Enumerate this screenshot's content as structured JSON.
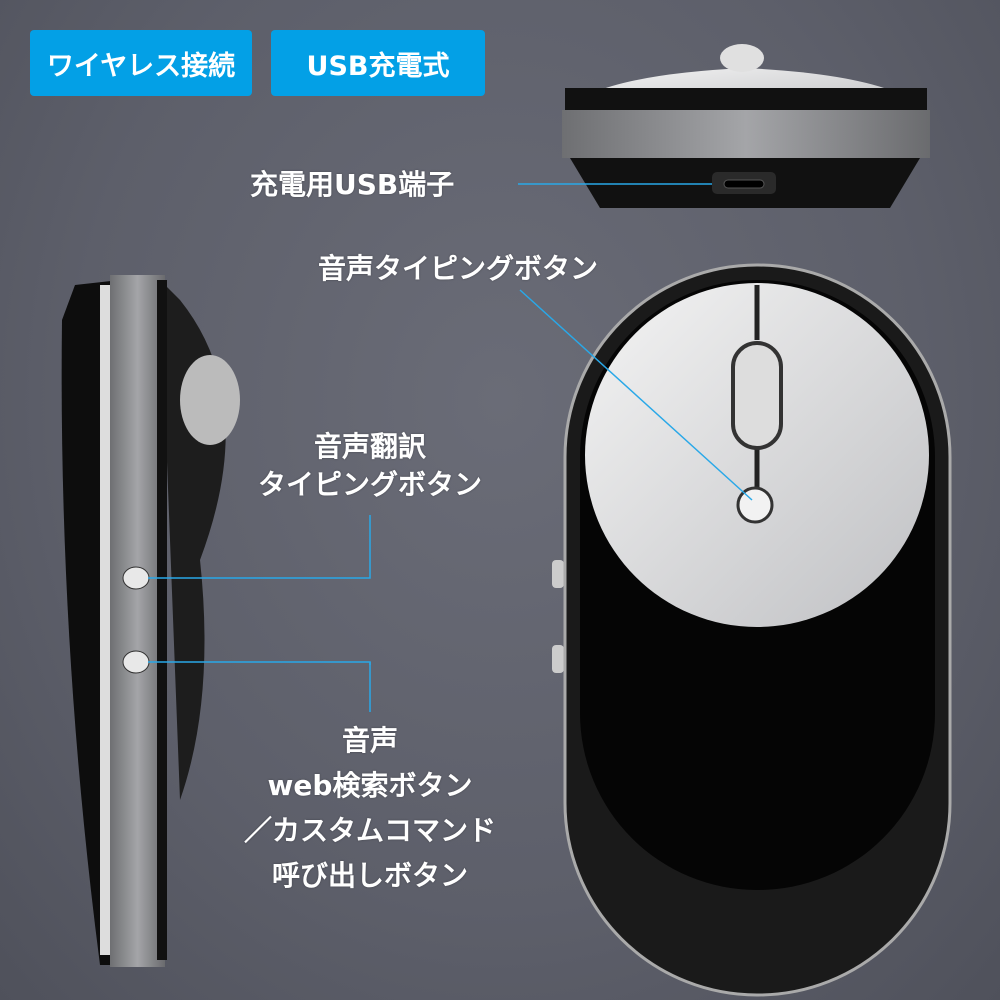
{
  "badges": [
    "ワイヤレス接続",
    "USB充電式"
  ],
  "callouts": {
    "usb_port": "充電用USB端子",
    "voice_typing": "音声タイピングボタン",
    "voice_translate": [
      "音声翻訳",
      "タイピングボタン"
    ],
    "voice_search": [
      "音声",
      "web検索ボタン",
      "／カスタムコマンド",
      "呼び出しボタン"
    ]
  },
  "colors": {
    "accent": "#03a0e6",
    "line": "#29a8e8"
  }
}
